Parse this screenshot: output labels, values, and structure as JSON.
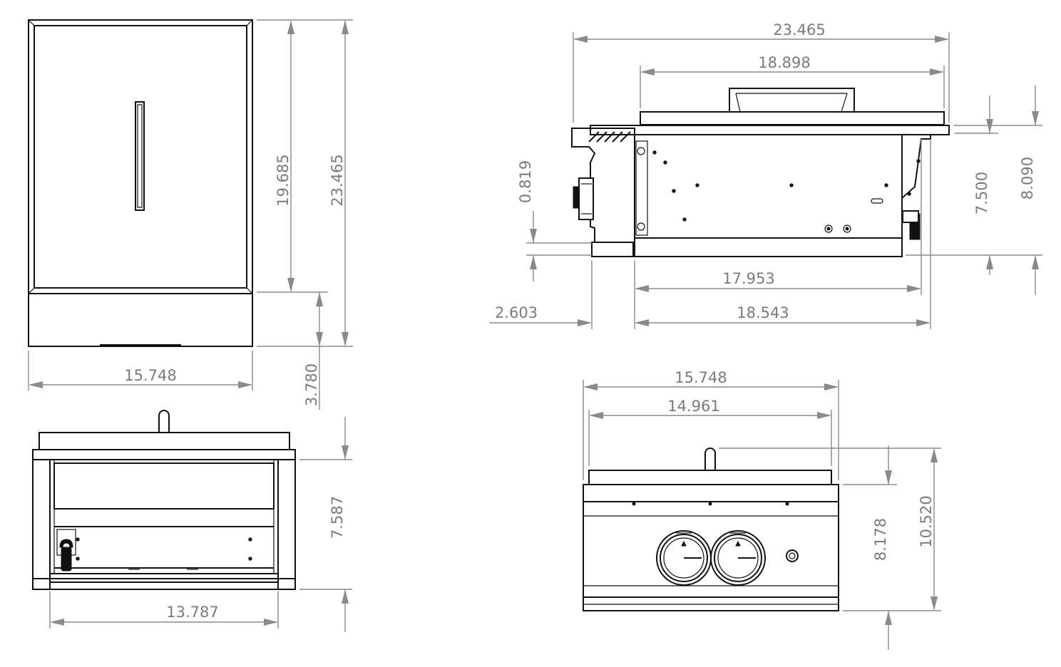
{
  "colors": {
    "outline": "#111111",
    "dimension": "#8a8a8a",
    "dimension_text": "#7a7a7a",
    "background": "#ffffff"
  },
  "views": {
    "front_door": {
      "width": "15.748",
      "door_height": "19.685",
      "overall_height": "23.465",
      "base_height": "3.780"
    },
    "side": {
      "overall_width": "23.465",
      "lid_width": "18.898",
      "bracket_offset": "0.819",
      "front_offset": "2.603",
      "body_width_inner": "17.953",
      "body_width_outer": "18.543",
      "height_to_lid": "7.500",
      "overall_height": "8.090"
    },
    "rear": {
      "body_width": "13.787",
      "height": "7.587"
    },
    "control_panel": {
      "overall_width": "15.748",
      "lid_width": "14.961",
      "panel_height": "8.178",
      "overall_height": "10.520"
    }
  }
}
